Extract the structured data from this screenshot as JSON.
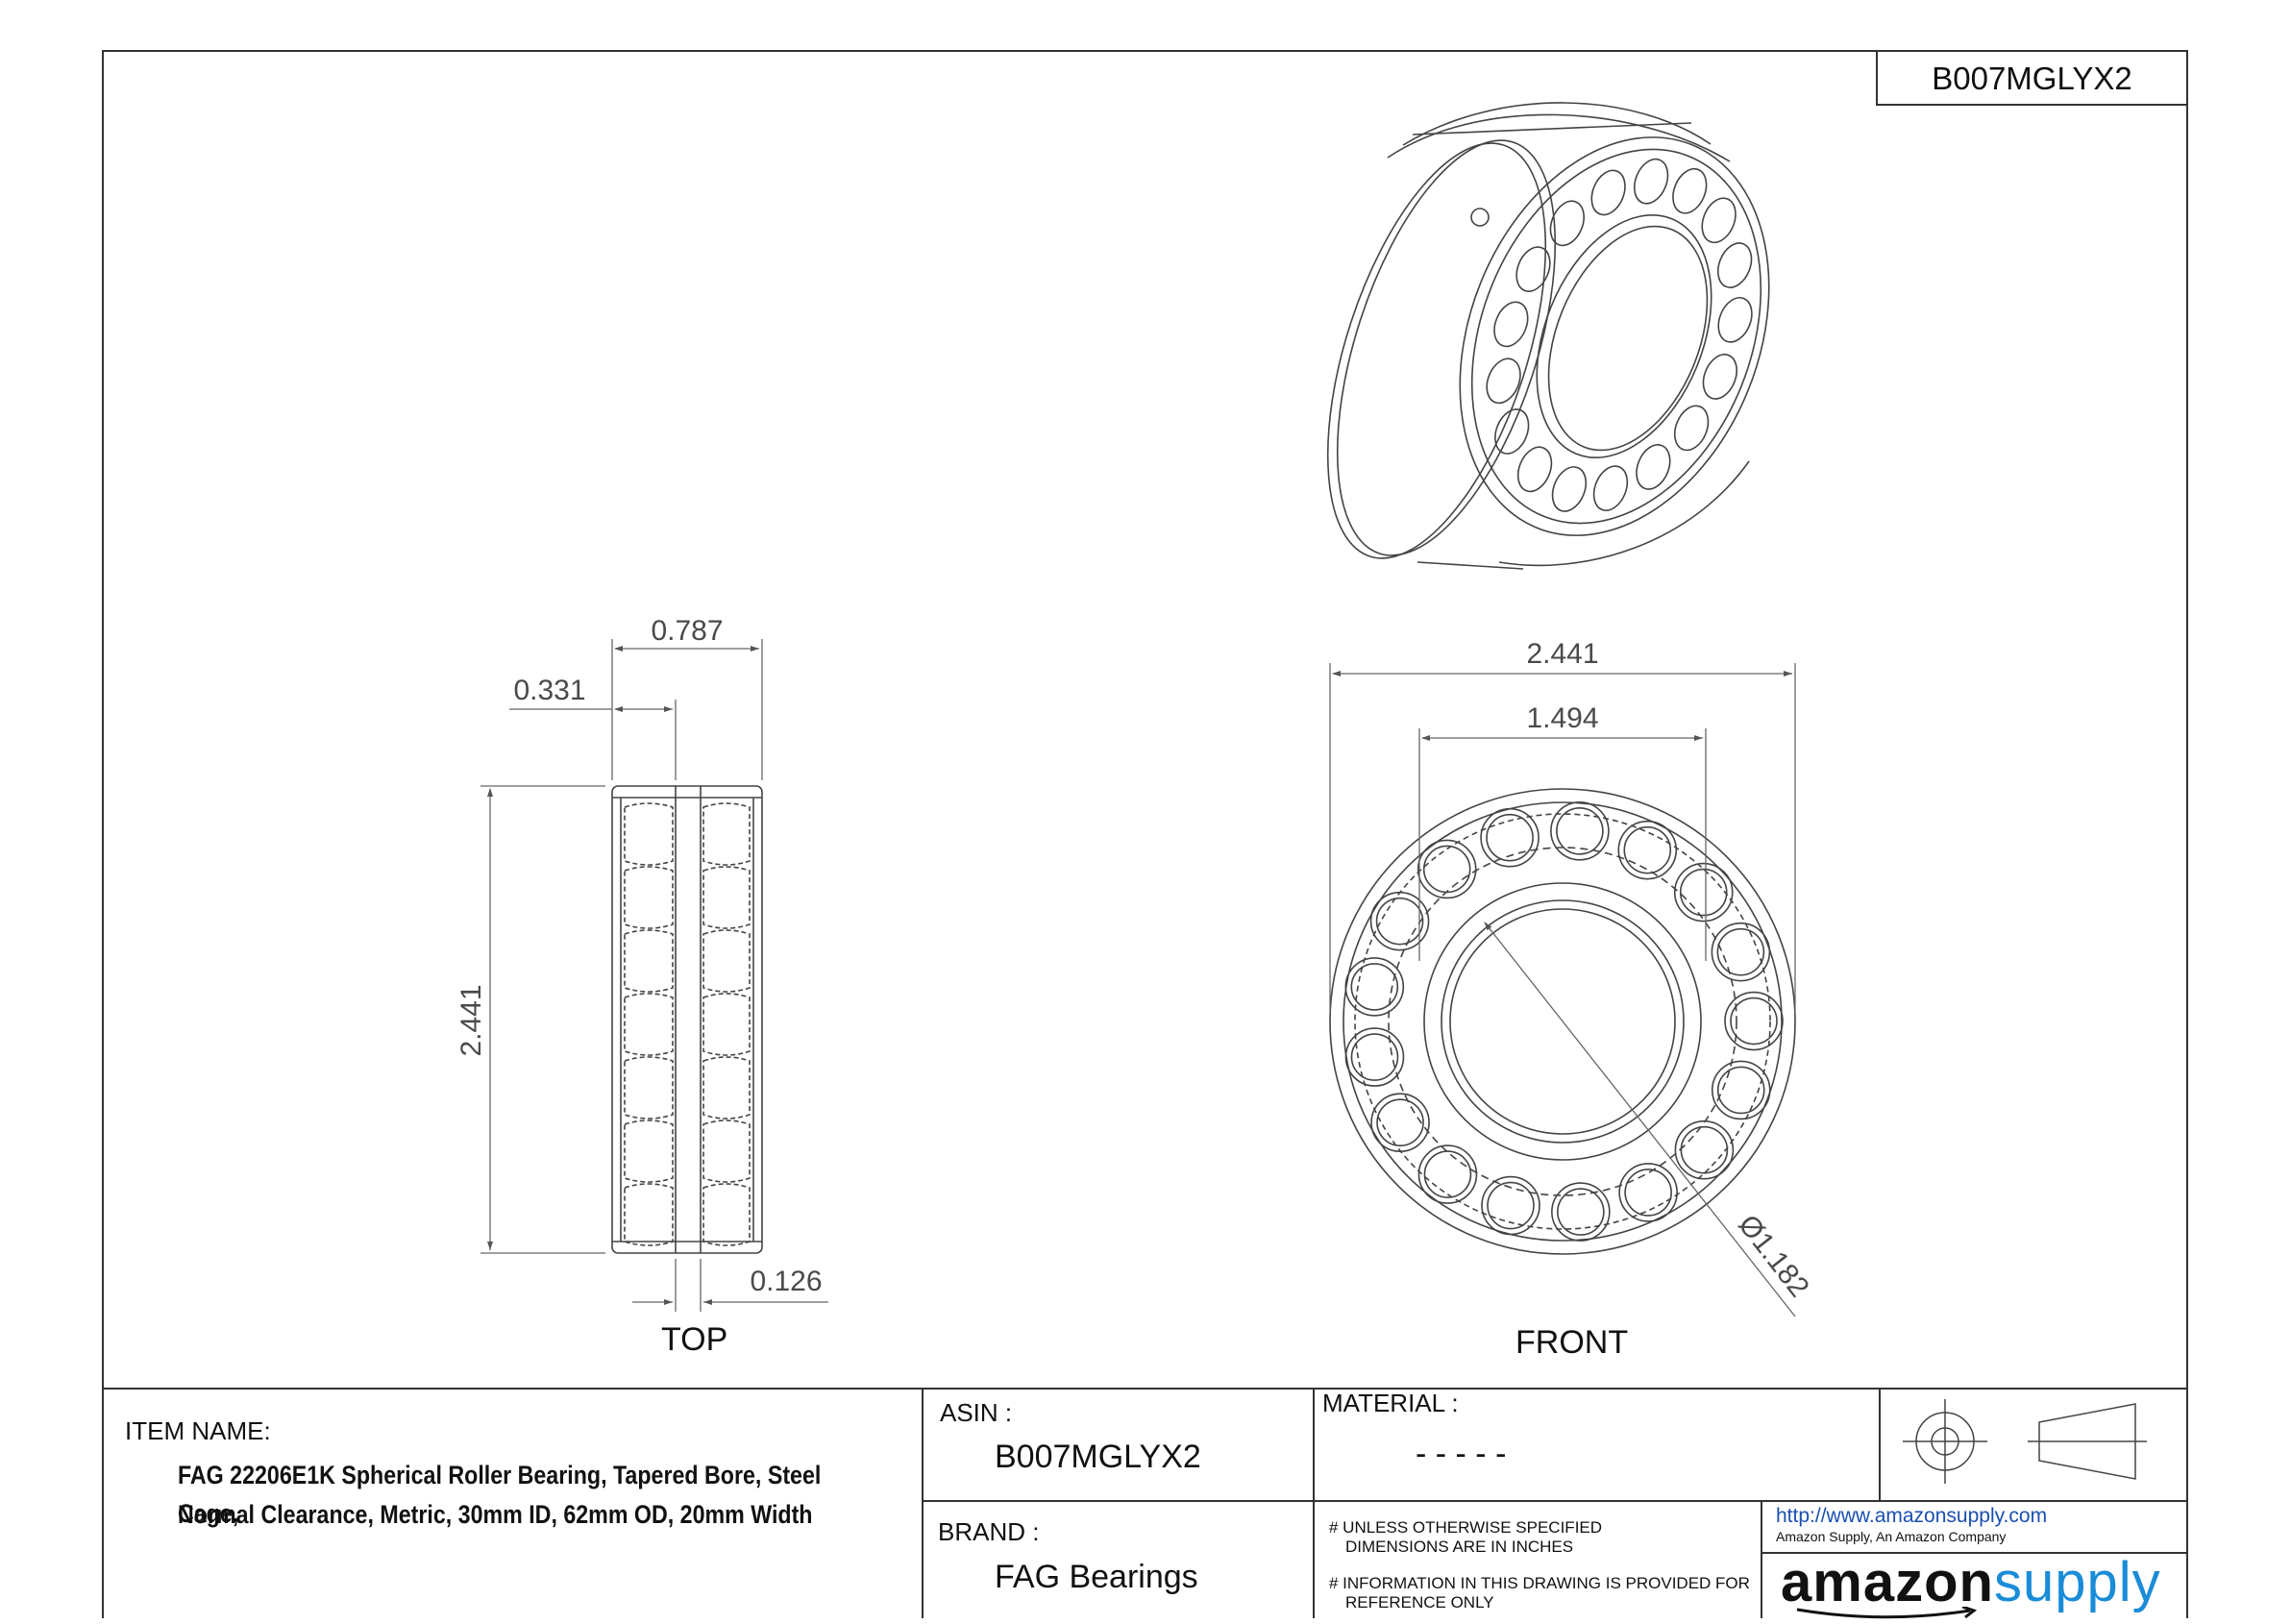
{
  "drawing": {
    "asin_box": "B007MGLYX2",
    "views": {
      "top_label": "TOP",
      "front_label": "FRONT"
    },
    "dimensions": {
      "top_width_total": "0.787",
      "top_width_row": "0.331",
      "top_height": "2.441",
      "top_groove": "0.126",
      "front_outer_diameter": "2.441",
      "front_pitch": "1.494",
      "front_bore": "Ø1.182"
    }
  },
  "title_block": {
    "item_name_label": "ITEM NAME:",
    "item_name_line1": "FAG 22206E1K Spherical Roller Bearing, Tapered Bore, Steel Cage,",
    "item_name_line2": "Normal Clearance, Metric, 30mm ID, 62mm OD, 20mm Width",
    "asin_label": "ASIN :",
    "asin_value": "B007MGLYX2",
    "brand_label": "BRAND :",
    "brand_value": "FAG Bearings",
    "material_label": "MATERIAL :",
    "material_value": "- - - - -",
    "note1_line1": "# UNLESS OTHERWISE SPECIFIED",
    "note1_line2": "DIMENSIONS ARE IN INCHES",
    "note2_line1": "# INFORMATION IN THIS DRAWING IS PROVIDED FOR",
    "note2_line2": "REFERENCE ONLY",
    "url": "http://www.amazonsupply.com",
    "tagline": "Amazon Supply, An Amazon Company",
    "logo_part1": "amazon",
    "logo_part2": "supply",
    "logo_color": "#1a8cd8"
  }
}
